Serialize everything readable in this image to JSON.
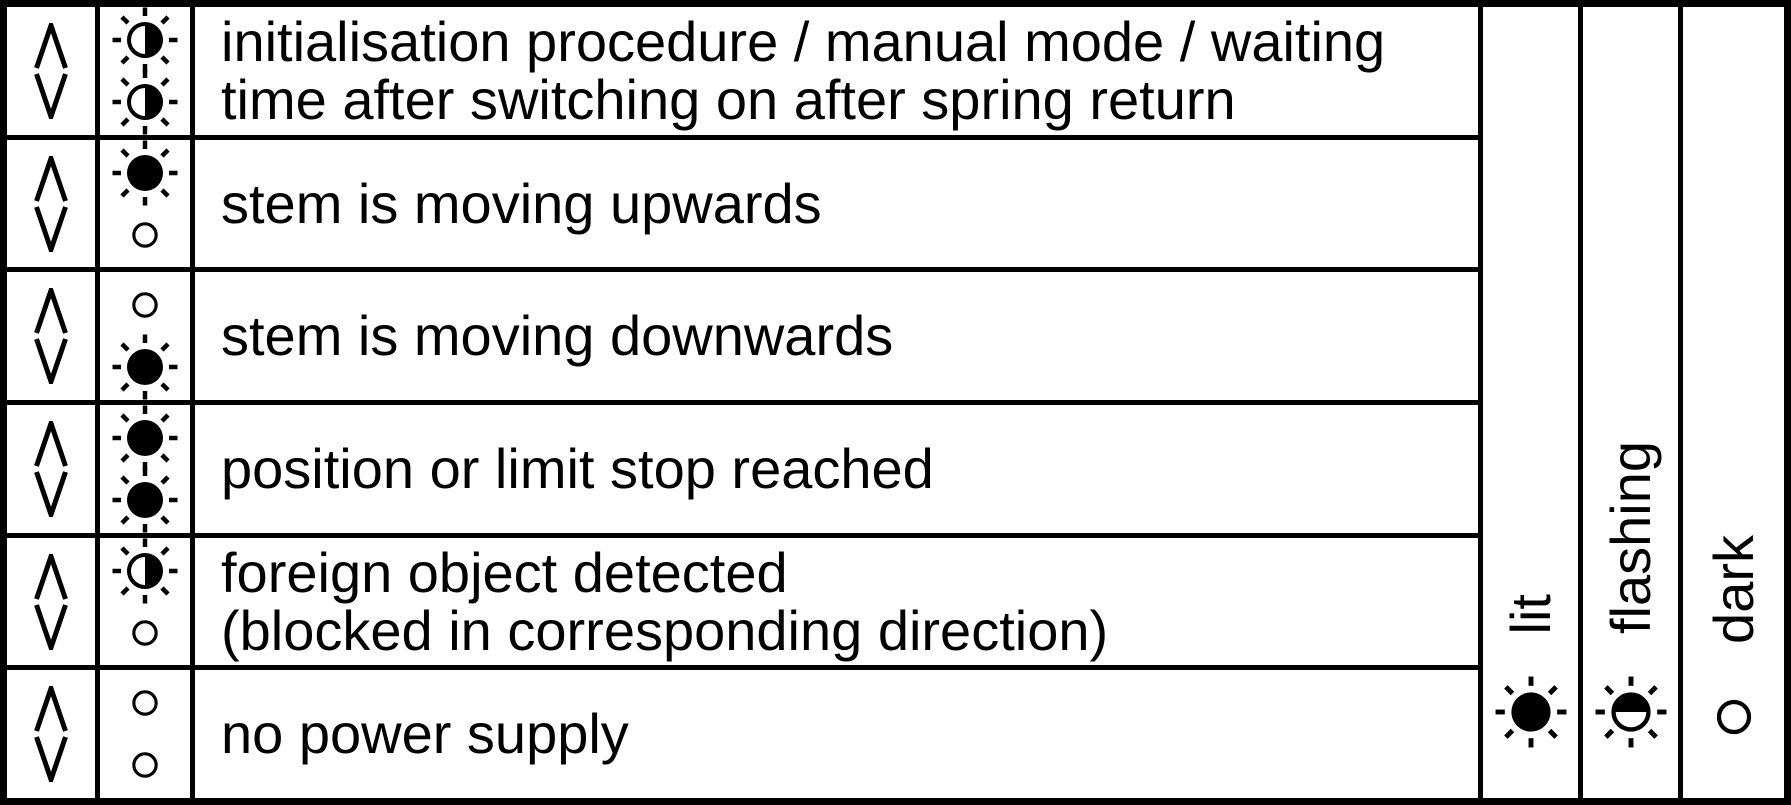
{
  "colors": {
    "border": "#000000",
    "background": "#ffffff",
    "text": "#000000"
  },
  "icons": {
    "arrow_up": "∧",
    "arrow_down": "∨",
    "led_lit": "filled circle with rays",
    "led_flashing": "half-filled circle with rays",
    "led_dark": "small open circle"
  },
  "rows": [
    {
      "arrows": [
        "up",
        "down"
      ],
      "leds": [
        "flashing",
        "flashing"
      ],
      "lines": [
        "initialisation procedure / manual mode / waiting",
        "time after switching on after spring return"
      ]
    },
    {
      "arrows": [
        "up",
        "down"
      ],
      "leds": [
        "lit",
        "dark"
      ],
      "lines": [
        "stem is moving upwards"
      ]
    },
    {
      "arrows": [
        "up",
        "down"
      ],
      "leds": [
        "dark",
        "lit"
      ],
      "lines": [
        "stem is moving downwards"
      ]
    },
    {
      "arrows": [
        "up",
        "down"
      ],
      "leds": [
        "lit",
        "lit"
      ],
      "lines": [
        "position or limit stop reached"
      ]
    },
    {
      "arrows": [
        "up",
        "down"
      ],
      "leds": [
        "flashing",
        "dark"
      ],
      "lines": [
        "foreign object detected",
        "(blocked in corresponding direction)"
      ]
    },
    {
      "arrows": [
        "up",
        "down"
      ],
      "leds": [
        "dark",
        "dark"
      ],
      "lines": [
        "no power supply"
      ]
    }
  ],
  "legend": {
    "items": [
      {
        "label": "lit",
        "state": "lit"
      },
      {
        "label": "flashing",
        "state": "flashing"
      },
      {
        "label": "dark",
        "state": "dark"
      }
    ]
  }
}
